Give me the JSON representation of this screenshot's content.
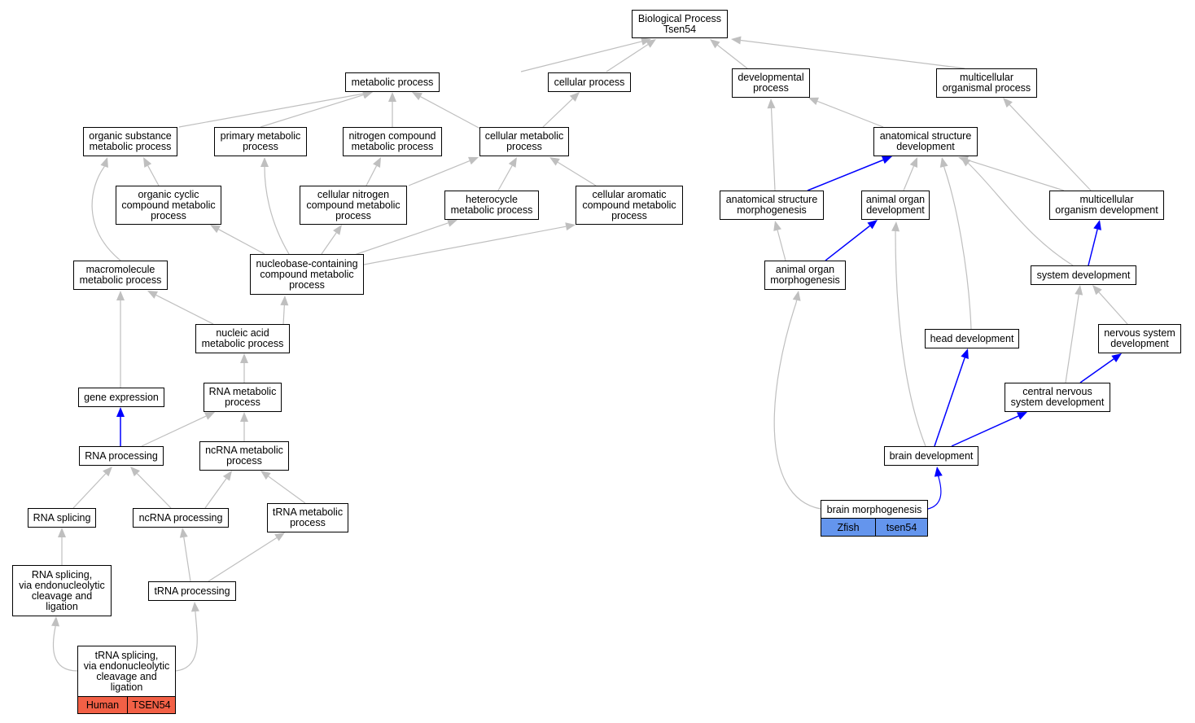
{
  "colors": {
    "gray_edge": "#bfbfbf",
    "blue_edge": "#0000ff",
    "human": "#f26046",
    "zfish": "#6495ed"
  },
  "nodes": {
    "root": "Biological Process\nTsen54",
    "metabolic": "metabolic process",
    "cellular": "cellular process",
    "developmental": "developmental\nprocess",
    "multicellular_organismal": "multicellular\norganismal process",
    "organic_substance": "organic substance\nmetabolic process",
    "primary_metabolic": "primary metabolic\nprocess",
    "nitrogen_compound": "nitrogen compound\nmetabolic process",
    "cellular_metabolic": "cellular metabolic\nprocess",
    "organic_cyclic": "organic cyclic\ncompound metabolic\nprocess",
    "cellular_nitrogen": "cellular nitrogen\ncompound metabolic\nprocess",
    "heterocycle": "heterocycle\nmetabolic process",
    "cellular_aromatic": "cellular aromatic\ncompound metabolic\nprocess",
    "macromolecule": "macromolecule\nmetabolic process",
    "nucleobase": "nucleobase-containing\ncompound metabolic\nprocess",
    "nucleic_acid": "nucleic acid\nmetabolic process",
    "gene_expression": "gene expression",
    "rna_metabolic": "RNA metabolic\nprocess",
    "rna_processing": "RNA processing",
    "ncrna_metabolic": "ncRNA metabolic\nprocess",
    "rna_splicing": "RNA splicing",
    "ncrna_processing": "ncRNA processing",
    "trna_metabolic": "tRNA metabolic\nprocess",
    "rna_splicing_endo": "RNA splicing,\nvia endonucleolytic\ncleavage and\nligation",
    "trna_processing": "tRNA processing",
    "trna_splicing": "tRNA splicing,\nvia endonucleolytic\ncleavage and\nligation",
    "anat_struct_dev": "anatomical structure\ndevelopment",
    "anat_struct_morph": "anatomical structure\nmorphogenesis",
    "animal_organ_dev": "animal organ\ndevelopment",
    "multicellular_org_dev": "multicellular\norganism development",
    "animal_organ_morph": "animal organ\nmorphogenesis",
    "system_dev": "system development",
    "head_dev": "head development",
    "nervous_system_dev": "nervous system\ndevelopment",
    "cns_dev": "central nervous\nsystem development",
    "brain_dev": "brain development",
    "brain_morph": "brain morphogenesis"
  },
  "annotations": {
    "human_species": "Human",
    "human_gene": "TSEN54",
    "zfish_species": "Zfish",
    "zfish_gene": "tsen54"
  }
}
